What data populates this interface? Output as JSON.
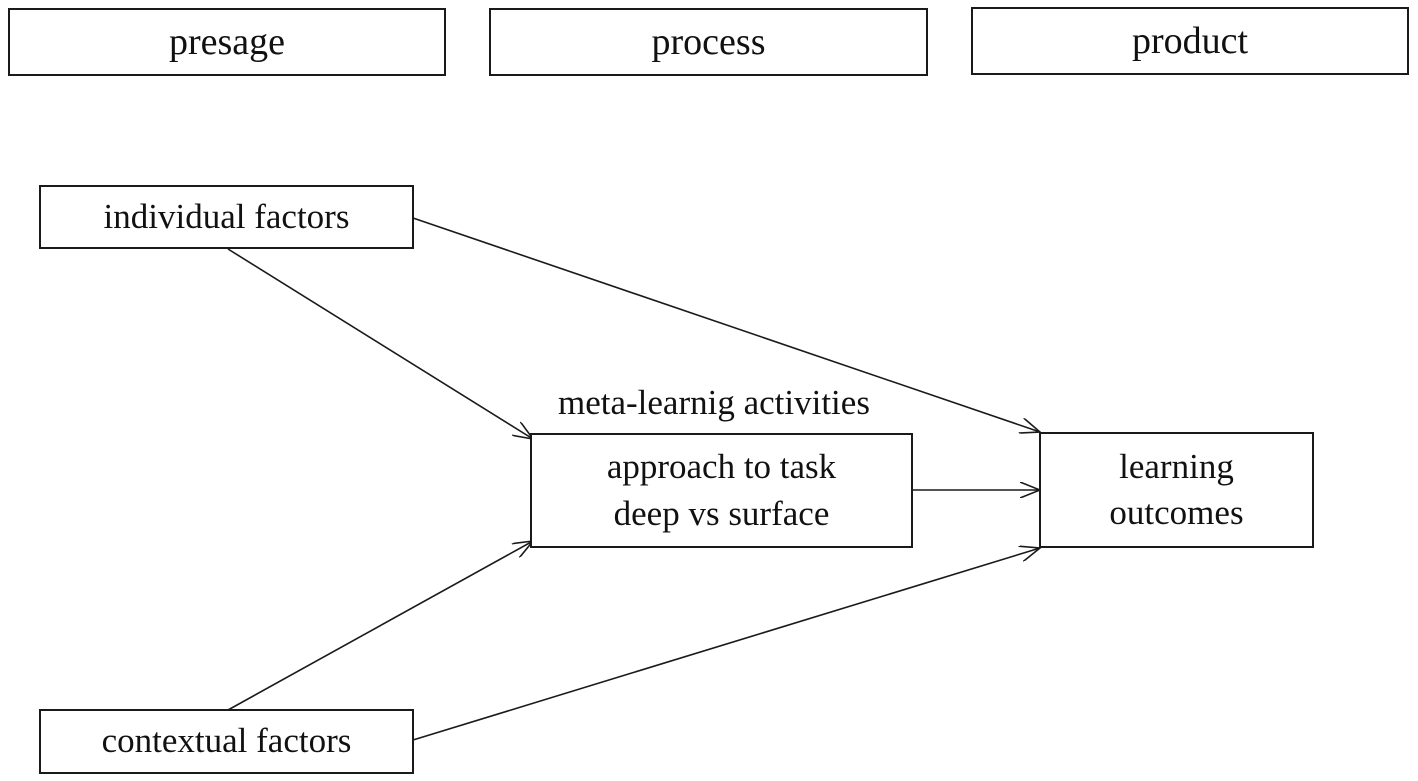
{
  "stages": {
    "presage": "presage",
    "process": "process",
    "product": "product"
  },
  "nodes": {
    "individual_factors": "individual factors",
    "contextual_factors": "contextual factors",
    "approach_line1": "approach to task",
    "approach_line2": "deep vs surface",
    "outcomes_line1": "learning",
    "outcomes_line2": "outcomes"
  },
  "captions": {
    "meta_learning": "meta-learnig activities"
  },
  "colors": {
    "stroke": "#1a1a1a",
    "background": "#ffffff"
  }
}
